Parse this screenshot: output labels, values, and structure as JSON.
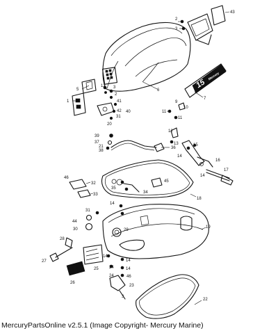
{
  "caption": "MercuryPartsOnline v2.5.1 (Image Copyright- Mercury Marine)",
  "decal": {
    "model_number": "15",
    "brand_text": "Mercury"
  },
  "callouts": {
    "c1": "1",
    "c2a": "2",
    "c2b": "2",
    "c3a": "3",
    "c3b": "3",
    "c5": "5",
    "c6": "6",
    "c7": "7",
    "c8": "8",
    "c9": "9",
    "c10": "10",
    "c11a": "11",
    "c11b": "11",
    "c12": "12",
    "c13": "13",
    "c14a": "14",
    "c14b": "14",
    "c14c": "14",
    "c14d": "14",
    "c14e": "14",
    "c14f": "14",
    "c15": "15",
    "c16": "16",
    "c17": "17",
    "c18": "18",
    "c19": "19",
    "c20": "20",
    "c21": "21",
    "c22": "22",
    "c23": "23",
    "c24a": "24",
    "c24b": "24",
    "c25": "25",
    "c26": "26",
    "c27": "27",
    "c28": "28",
    "c29": "29",
    "c30": "30",
    "c31a": "31",
    "c31b": "31",
    "c32": "32",
    "c33": "33",
    "c34": "34",
    "c35": "35",
    "c36": "36",
    "c37": "37",
    "c38": "38",
    "c39": "39",
    "c40": "40",
    "c41": "41",
    "c42": "42",
    "c43": "43",
    "c44": "44",
    "c45": "45",
    "c46": "46"
  }
}
